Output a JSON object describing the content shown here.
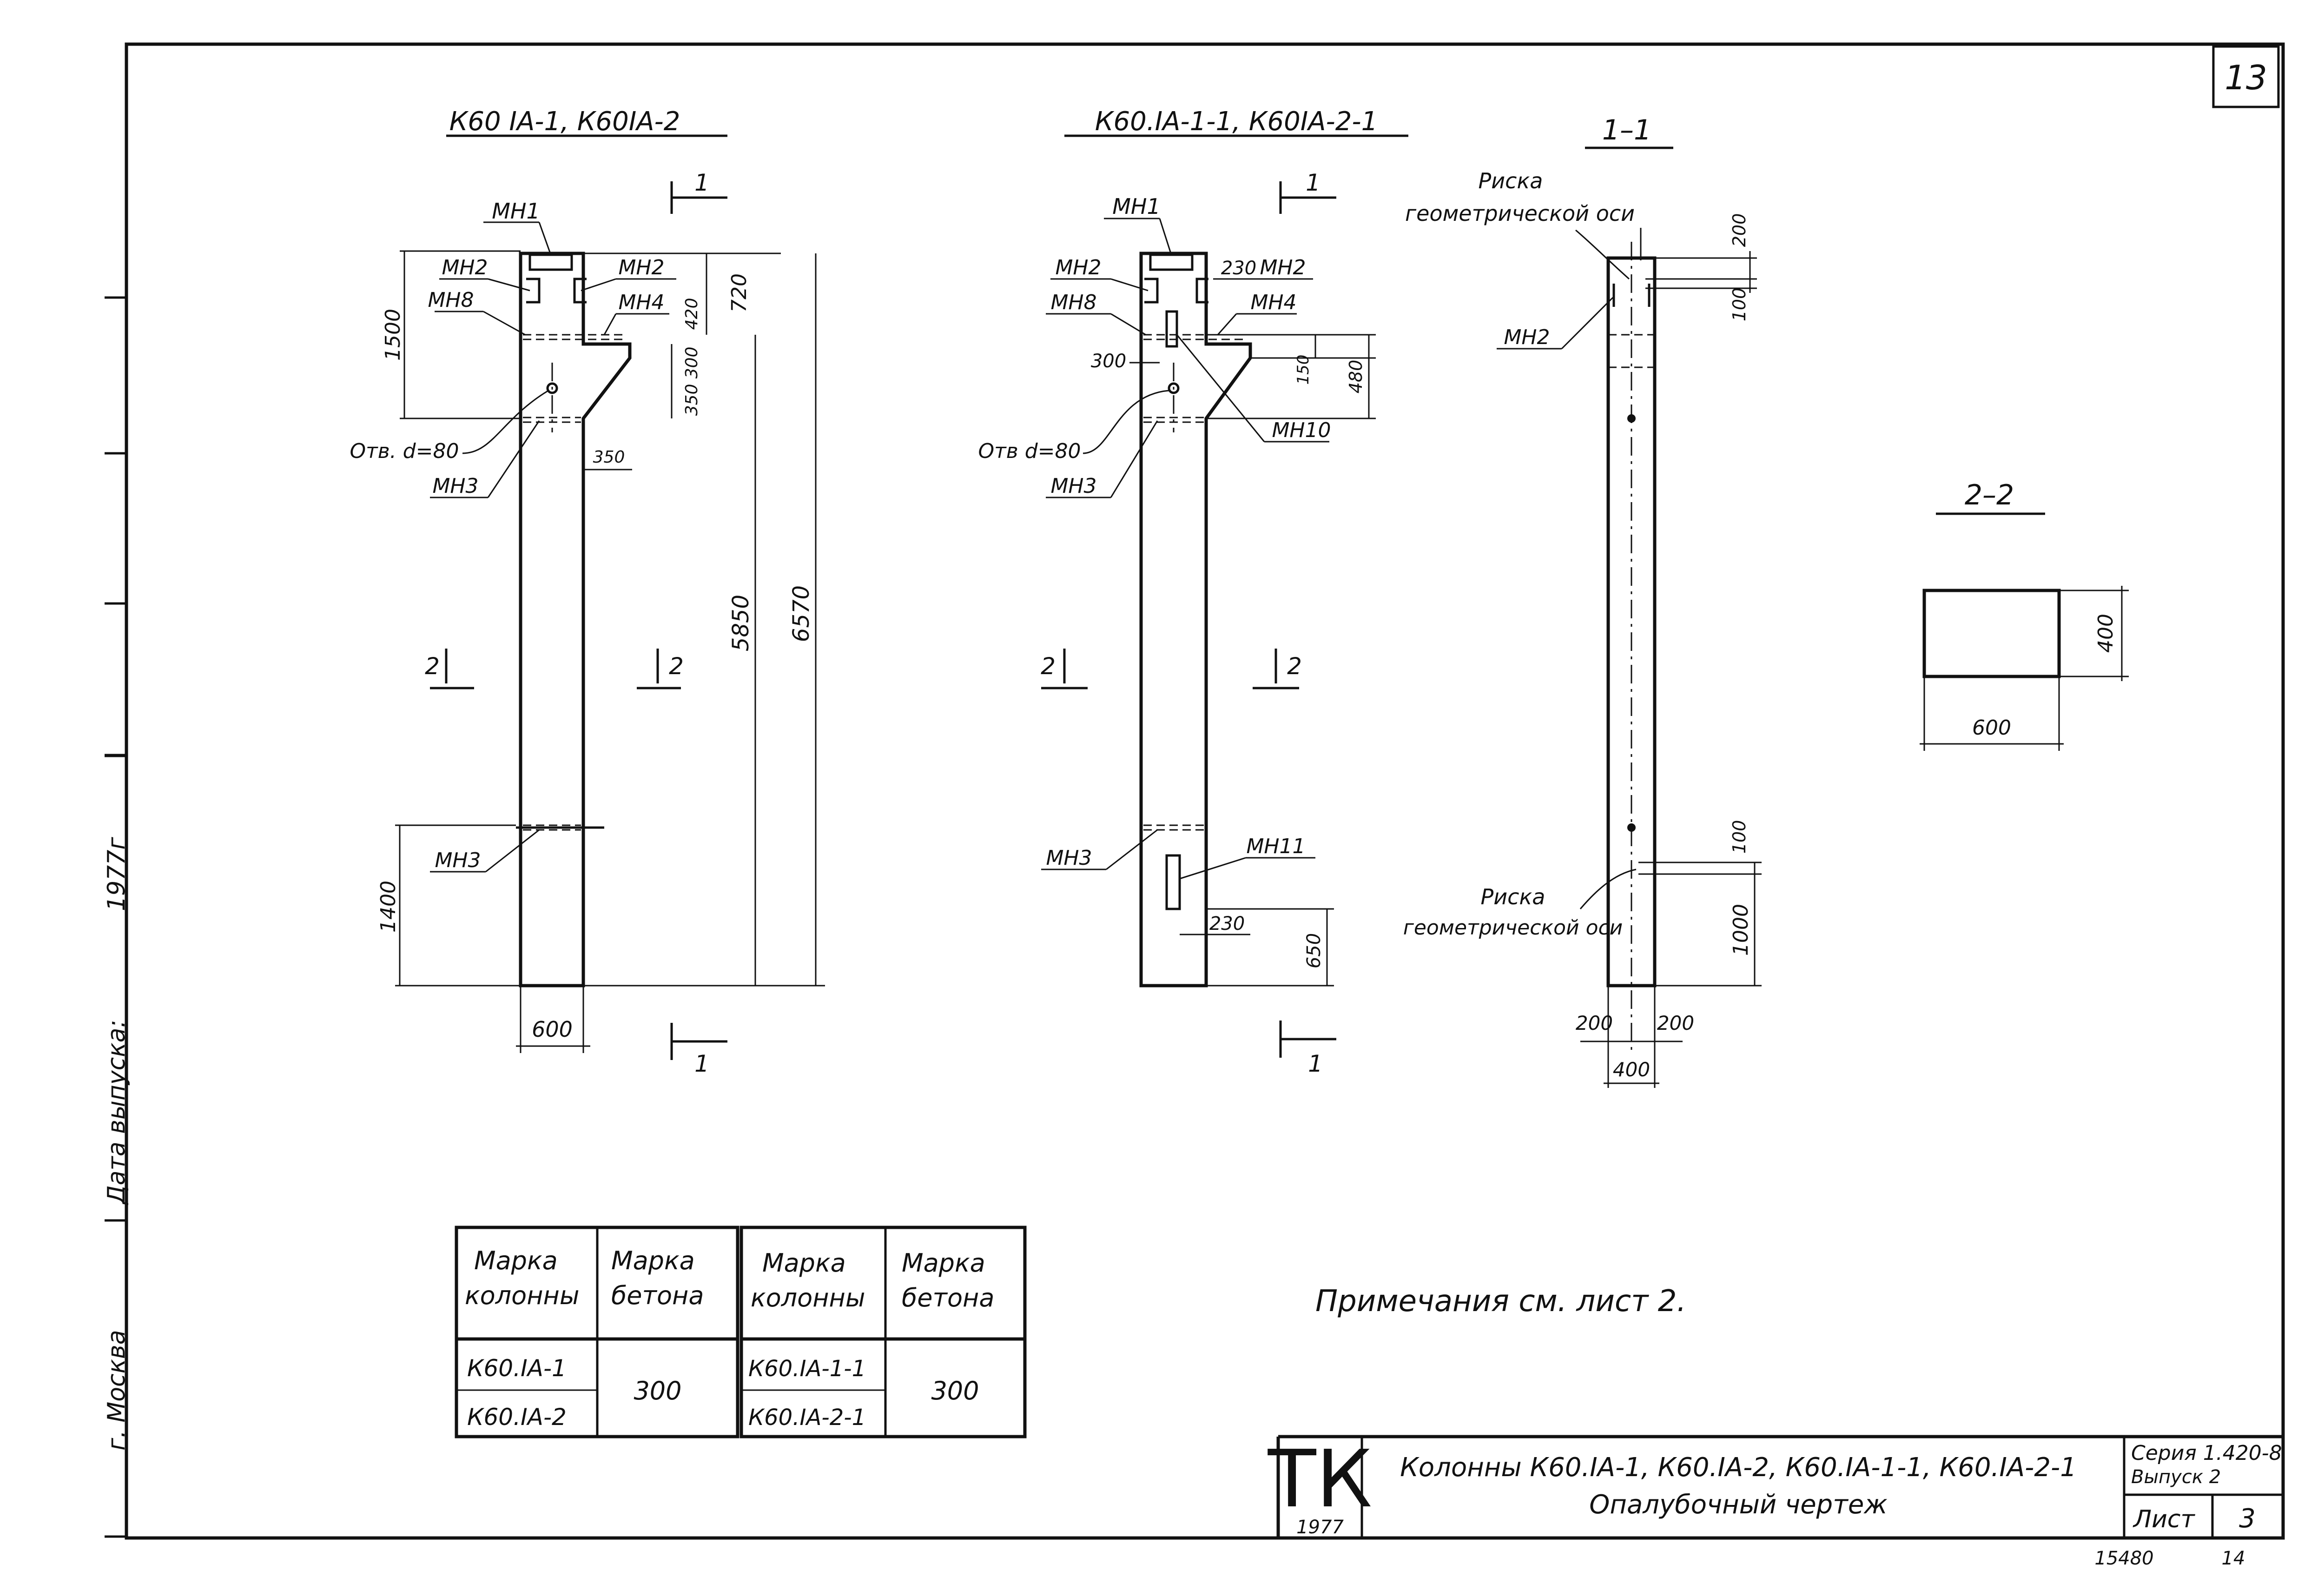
{
  "sheet_number": "13",
  "left_margin": {
    "city": "г. Москва",
    "date_label": "Дата выпуска:",
    "year": "1977г"
  },
  "view1": {
    "title": "К60 IA-1, К60IA-2",
    "section_mark": "1",
    "section2_mark": "2",
    "labels": {
      "mn1": "МН1",
      "mn2_left": "МН2",
      "mn2_right": "МН2",
      "mn8": "МН8",
      "mn4": "МН4",
      "hole": "Отв. d=80",
      "mn3_top": "МН3",
      "mn3_bottom": "МН3"
    },
    "dims": {
      "d1500": "1500",
      "d720": "720",
      "d420": "420",
      "d300": "300",
      "d350a": "350",
      "d350b": "350",
      "d5850": "5850",
      "d6570": "6570",
      "d1400": "1400",
      "d600": "600"
    }
  },
  "view2": {
    "title": "К60.IA-1-1, К60IA-2-1",
    "section_mark": "1",
    "section2_mark": "2",
    "labels": {
      "mn1": "МН1",
      "mn2_left": "МН2",
      "mn2_right": "МН2",
      "mn8": "МН8",
      "mn4": "МН4",
      "mn10": "МН10",
      "hole": "Отв d=80",
      "mn3_top": "МН3",
      "mn3_bottom": "МН3",
      "mn11": "МН11"
    },
    "dims": {
      "d230a": "230",
      "d300": "300",
      "d150": "150",
      "d480": "480",
      "d230b": "230",
      "d650": "650"
    }
  },
  "section11": {
    "title": "1–1",
    "axis_label_top_1": "Риска",
    "axis_label_top_2": "геометрической оси",
    "axis_label_bottom_1": "Риска",
    "axis_label_bottom_2": "геометрической оси",
    "mn2": "МН2",
    "dims": {
      "d200": "200",
      "d100a": "100",
      "d100b": "100",
      "d1000": "1000",
      "d200l": "200",
      "d200r": "200",
      "d400": "400"
    }
  },
  "section22": {
    "title": "2–2",
    "width": "600",
    "height": "400"
  },
  "table1": {
    "header": [
      "Марка колонны",
      "Марка бетона"
    ],
    "rows": [
      "К60.IA-1",
      "К60.IA-2"
    ],
    "concrete": "300"
  },
  "table2": {
    "header": [
      "Марка колонны",
      "Марка бетона"
    ],
    "rows": [
      "К60.IA-1-1",
      "К60.IA-2-1"
    ],
    "concrete": "300"
  },
  "note": "Примечания  см. лист 2.",
  "title_block": {
    "logo": "ТК",
    "logo_year": "1977",
    "title_line1": "Колонны  К60.IA-1, К60.IA-2, К60.IA-1-1, К60.IA-2-1",
    "title_line2": "Опалубочный чертеж",
    "series": "Серия 1.420-8",
    "issue": "Выпуск 2",
    "sheet_label": "Лист",
    "sheet_value": "3"
  },
  "footer": {
    "code": "15480",
    "page": "14"
  }
}
